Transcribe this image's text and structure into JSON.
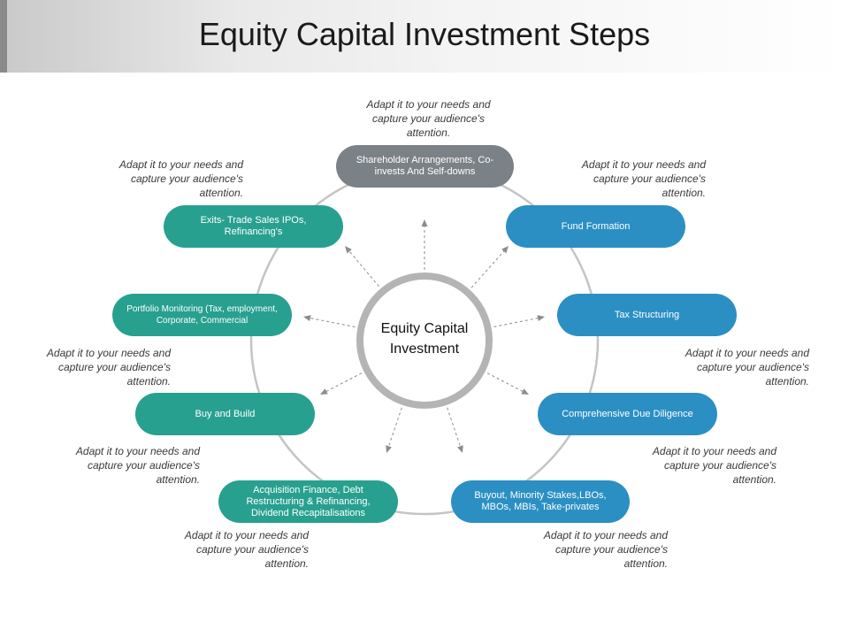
{
  "title": "Equity Capital Investment Steps",
  "center": "Equity Capital Investment",
  "colors": {
    "gray": "#7b8287",
    "teal": "#28a08f",
    "blue": "#2b8fc3",
    "ring": "#c4c4c4"
  },
  "steps": [
    "Shareholder Arrangements, Co-invests And Self-downs",
    "Fund Formation",
    "Tax Structuring",
    "Comprehensive Due Diligence",
    "Buyout, Minority Stakes,LBOs, MBOs, MBIs, Take-privates",
    "Acquisition Finance, Debt Restructuring & Refinancing, Dividend Recapitalisations",
    "Buy and Build",
    "Portfolio Monitoring (Tax, employment, Corporate, Commercial",
    "Exits- Trade Sales IPOs, Refinancing's"
  ],
  "note_text": "Adapt it to your needs and capture your audience's attention."
}
